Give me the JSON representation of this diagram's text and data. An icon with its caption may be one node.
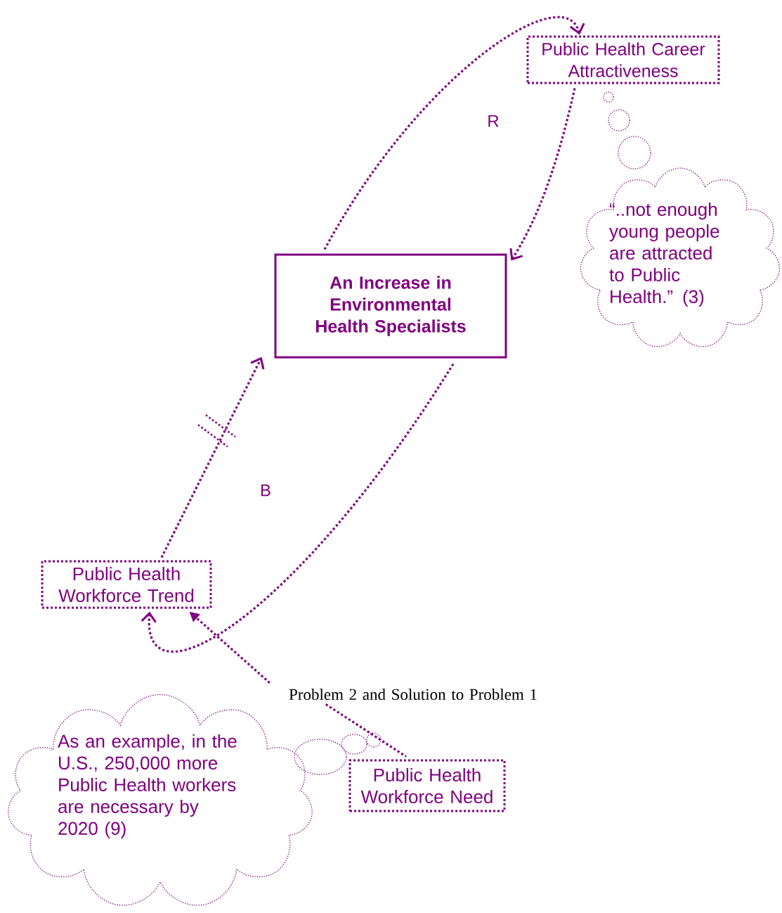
{
  "diagram": {
    "nodes": [
      {
        "text": [
          "Public Health Career Attractiveness"
        ]
      },
      {
        "text": [
          "“..not enough young people are attracted to Public Health.” (3)"
        ]
      },
      {
        "text": [
          "An Increase in Environmental Health Specialists"
        ]
      },
      {
        "text": [
          "Public Health Workforce Trend"
        ]
      },
      {
        "text": [
          "Problem 2 and Solution to Problem 1"
        ]
      },
      {
        "text": [
          "As an example, in the U.S., 250,000 more Public Health workers are necessary by 2020 (9)"
        ]
      },
      {
        "text": [
          "Public Health Workforce Need"
        ]
      }
    ],
    "edges": [
      {
        "from": 2,
        "to": 0,
        "arrow": "to"
      },
      {
        "from": 0,
        "to": 2,
        "arrow": "to"
      },
      {
        "from": 3,
        "to": 2,
        "arrow": "to"
      },
      {
        "from": 2,
        "to": 3,
        "arrow": "to"
      },
      {
        "from": 4,
        "to": 3,
        "arrow": "to"
      },
      {
        "from": 4,
        "to": 6,
        "arrow": "none"
      }
    ],
    "labels": [
      "R",
      "B"
    ]
  }
}
